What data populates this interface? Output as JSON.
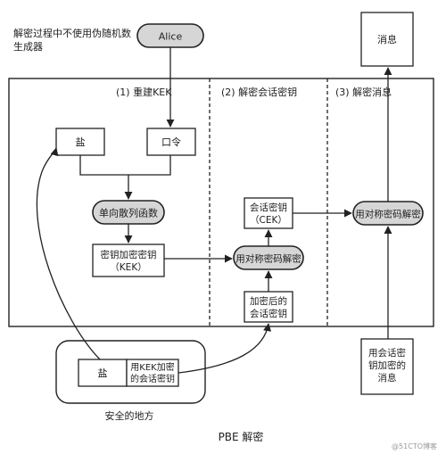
{
  "note": [
    "解密过程中不使用伪随机数",
    "生成器"
  ],
  "top": {
    "alice": "Alice",
    "message": "消息"
  },
  "sections": {
    "rebuild_kek": "(1) 重建KEK",
    "decrypt_session_key": "(2) 解密会话密钥",
    "decrypt_message": "(3) 解密消息"
  },
  "nodes": {
    "salt": "盐",
    "password": "口令",
    "hash": "单向散列函数",
    "kek": [
      "密钥加密密钥",
      "（KEK）"
    ],
    "cek": [
      "会话密钥",
      "（CEK）"
    ],
    "sym_decrypt_1": "用对称密码解密",
    "encrypted_session_key": [
      "加密后的",
      "会话密钥"
    ],
    "sym_decrypt_2": "用对称密码解密",
    "encrypted_message": [
      "用会话密",
      "钥加密的",
      "消息"
    ]
  },
  "safe_place": {
    "salt": "盐",
    "kek_encrypted": [
      "用KEK加密",
      "的会话密钥"
    ],
    "label": "安全的地方"
  },
  "caption": "PBE 解密",
  "watermark": "@51CTO博客"
}
